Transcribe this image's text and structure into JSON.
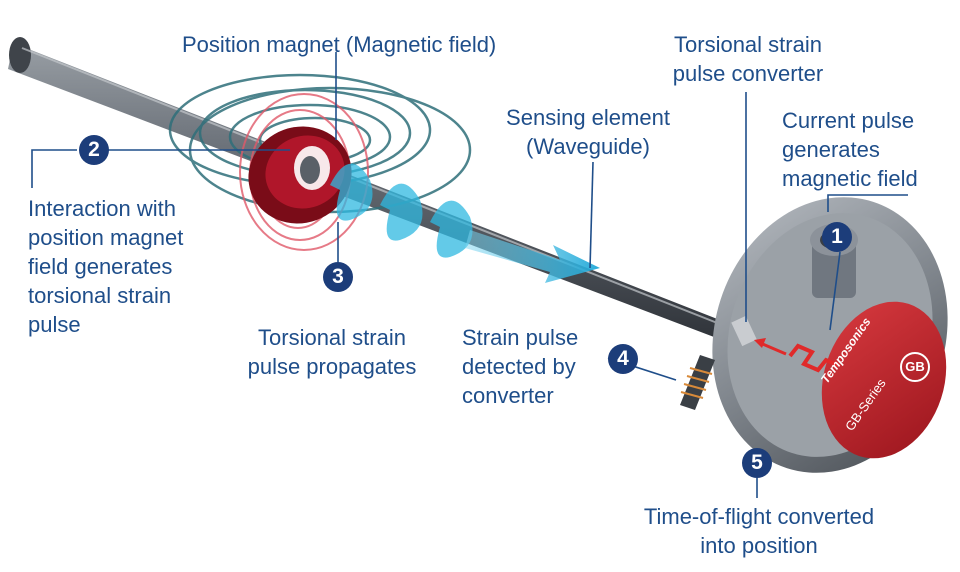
{
  "labels": {
    "position_magnet": "Position magnet (Magnetic field)",
    "torsional_converter": [
      "Torsional strain",
      "pulse converter"
    ],
    "sensing_element": [
      "Sensing element",
      "(Waveguide)"
    ],
    "current_pulse": [
      "Current pulse",
      "generates",
      "magnetic field"
    ],
    "interaction": [
      "Interaction with",
      "position magnet",
      "field generates",
      "torsional strain",
      "pulse"
    ],
    "pulse_propagates": [
      "Torsional strain",
      "pulse propagates"
    ],
    "strain_detected": [
      "Strain pulse",
      "detected by",
      "converter"
    ],
    "time_of_flight": [
      "Time-of-flight converted",
      "into position"
    ]
  },
  "steps": {
    "step1": "1",
    "step2": "2",
    "step3": "3",
    "step4": "4",
    "step5": "5"
  },
  "device": {
    "brand": "Temposonics",
    "model_badge": "GB",
    "series": "GB-Series"
  },
  "colors": {
    "label_text": "#1f4e8a",
    "badge_fill": "#1c3d7a",
    "leader_line": "#1f4e8a",
    "field_lines": "#2f6f7a",
    "magnet_red": "#b0162a",
    "strain_pulse": "#2fb8e0",
    "housing_cap": "#c8202a",
    "rod": "#5a6068"
  }
}
